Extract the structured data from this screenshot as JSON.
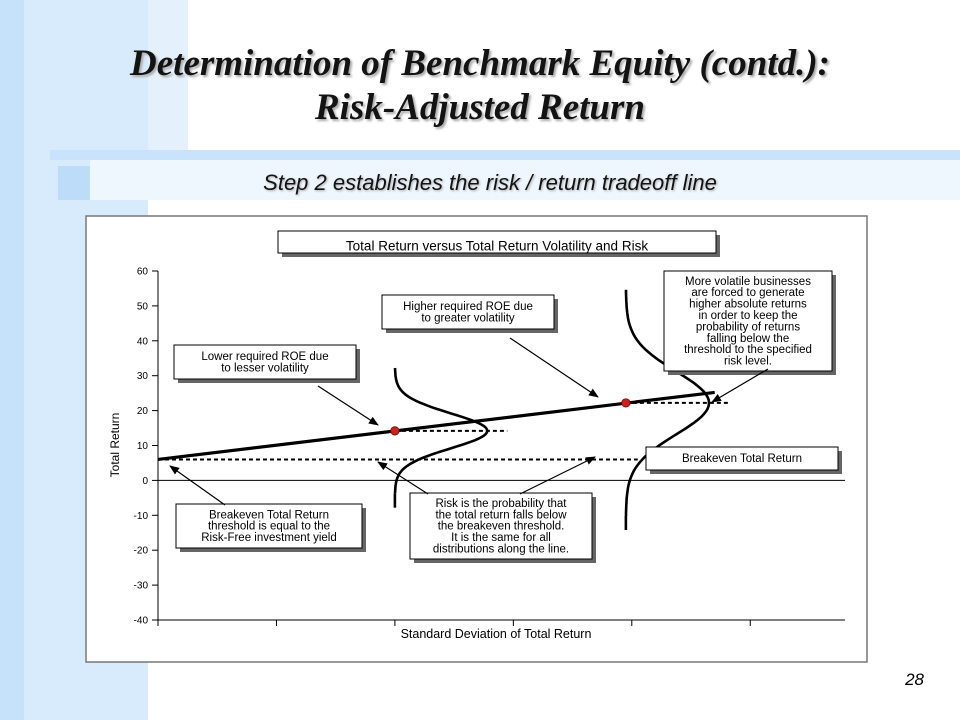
{
  "slide": {
    "title_line1": "Determination of Benchmark Equity (contd.):",
    "title_line2": "Risk-Adjusted Return",
    "subtitle": "Step 2 establishes the risk / return tradeoff line",
    "page_number": "28"
  },
  "colors": {
    "accent_blue": "#cfe6fb",
    "point_red": "#d0201a",
    "line_black": "#000000"
  },
  "chart_data": {
    "type": "line",
    "title": "Total Return versus Total Return Volatility and Risk",
    "xlabel": "Standard Deviation of Total Return",
    "ylabel": "Total Return",
    "ylim": [
      -40,
      60
    ],
    "yticks": [
      60,
      50,
      40,
      30,
      20,
      10,
      0,
      -10,
      -20,
      -30,
      -40
    ],
    "xlim": [
      0,
      5.8
    ],
    "xticks": [
      0,
      1,
      2,
      3,
      4,
      5
    ],
    "show_x_tick_labels": false,
    "grid": false,
    "tradeoff_line": {
      "x": [
        0,
        4.7
      ],
      "y": [
        6,
        25.2
      ]
    },
    "breakeven_return": 6,
    "highlight_points": [
      {
        "x": 2.0,
        "y": 14.2
      },
      {
        "x": 3.95,
        "y": 22.2
      }
    ],
    "distributions": [
      {
        "center_x": 2.0,
        "center_y": 14.2,
        "sigma": 5.0,
        "peak": 1.0
      },
      {
        "center_x": 3.95,
        "center_y": 22.2,
        "sigma": 9.0,
        "peak": 0.9
      }
    ],
    "annotations": [
      {
        "id": "lower-roe",
        "lines": [
          "Lower required ROE due",
          "to lesser volatility"
        ]
      },
      {
        "id": "higher-roe",
        "lines": [
          "Higher required ROE due",
          "to greater volatility"
        ]
      },
      {
        "id": "more-volatile",
        "lines": [
          "More volatile businesses",
          "are forced to generate",
          "higher absolute returns",
          "in order to keep the",
          "probability of returns",
          "falling below the",
          "threshold to the specified",
          "risk level."
        ]
      },
      {
        "id": "breakeven-label",
        "lines": [
          "Breakeven Total Return"
        ]
      },
      {
        "id": "breakeven-threshold",
        "lines": [
          "Breakeven Total Return",
          "threshold is equal to the",
          "Risk-Free investment yield"
        ]
      },
      {
        "id": "risk-probability",
        "lines": [
          "Risk is the probability that",
          "the total return falls below",
          "the breakeven threshold.",
          "It is the same for all",
          "distributions along the line."
        ]
      }
    ]
  }
}
